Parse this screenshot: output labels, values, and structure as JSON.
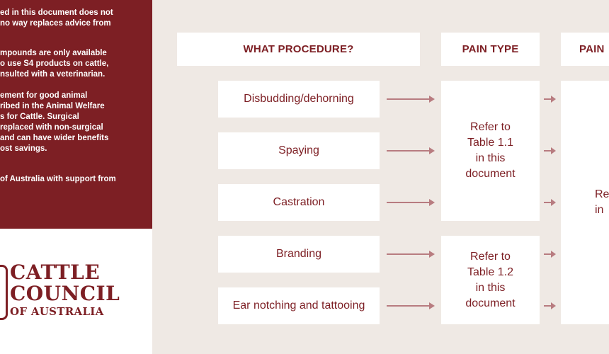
{
  "disclaimer": {
    "lines": [
      "ed in this document does not",
      "no way replaces advice from",
      "mpounds are only available",
      "o use S4 products on cattle,",
      "nsulted with a veterinarian.",
      "ement for good animal",
      "ribed in the Animal Welfare",
      "s for Cattle. Surgical",
      "replaced with non-surgical",
      " and can have wider benefits",
      "ost savings.",
      " of Australia with support from"
    ]
  },
  "logo": {
    "line1": "CATTLE",
    "line2": "COUNCIL",
    "line3": "OF AUSTRALIA"
  },
  "headers": {
    "procedure": "WHAT PROCEDURE?",
    "pain_type": "PAIN TYPE",
    "pain_partial": "PAIN"
  },
  "procedures": [
    "Disbudding/dehorning",
    "Spaying",
    "Castration",
    "Branding",
    "Ear notching and tattooing"
  ],
  "refer_1": [
    "Refer to",
    "Table 1.1",
    "in this",
    "document"
  ],
  "refer_2": [
    "Refer to",
    "Table 1.2",
    "in this",
    "document"
  ],
  "refer_partial": [
    "Re",
    "in"
  ],
  "colors": {
    "brand": "#7d1f24",
    "arrow": "#b87c80",
    "background": "#efe9e4"
  }
}
